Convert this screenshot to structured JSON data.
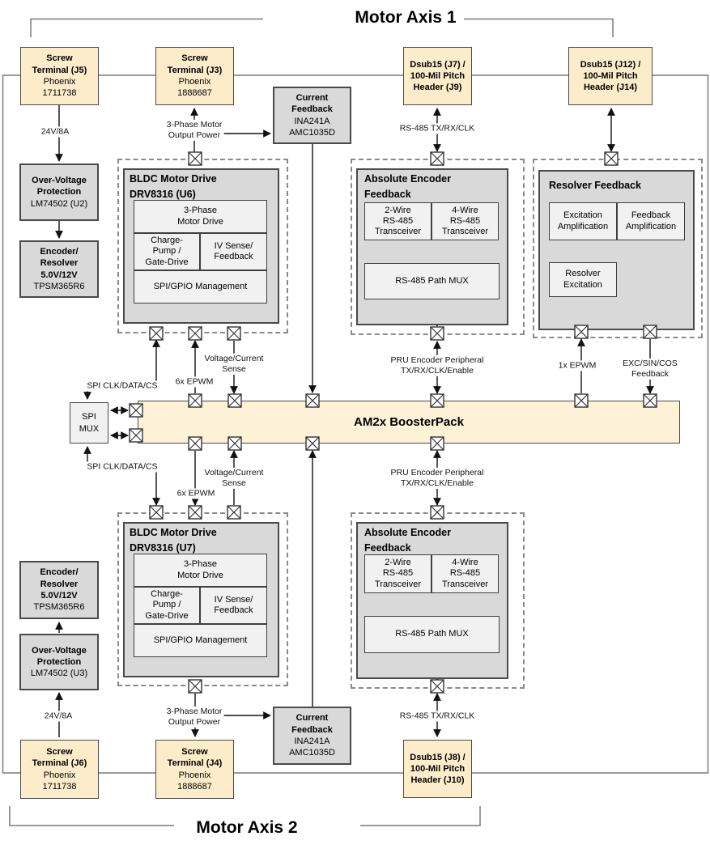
{
  "axis1_title": "Motor Axis 1",
  "axis2_title": "Motor Axis 2",
  "boosterpack_label": "AM2x BoosterPack",
  "spi_mux_label": "SPI\nMUX",
  "colors": {
    "connector_fill": "#fcecca",
    "boosterpack_fill": "#fdf1d7",
    "module_fill": "#d9d9d9",
    "subblock_fill": "#f1f1f1"
  },
  "blocks": {
    "j5": {
      "bold": "Screw\nTerminal (J5)",
      "rest": "Phoenix\n1711738"
    },
    "j3": {
      "bold": "Screw\nTerminal (J3)",
      "rest": "Phoenix\n1888687"
    },
    "j7": {
      "bold": "Dsub15 (J7) /\n100-Mil Pitch\nHeader (J9)"
    },
    "j12": {
      "bold": "Dsub15 (J12) /\n100-Mil Pitch\nHeader (J14)"
    },
    "j6": {
      "bold": "Screw\nTerminal (J6)",
      "rest": "Phoenix\n1711738"
    },
    "j4": {
      "bold": "Screw\nTerminal (J4)",
      "rest": "Phoenix\n1888687"
    },
    "j8": {
      "bold": "Dsub15 (J8) /\n100-Mil Pitch\nHeader (J10)"
    },
    "current_feedback_top": {
      "bold": "Current\nFeedback",
      "rest": "INA241A\nAMC1035D"
    },
    "current_feedback_bottom": {
      "bold": "Current\nFeedback",
      "rest": "INA241A\nAMC1035D"
    },
    "ovp_top": {
      "bold": "Over-Voltage\nProtection",
      "rest": "LM74502 (U2)"
    },
    "ovp_bottom": {
      "bold": "Over-Voltage\nProtection",
      "rest": "LM74502 (U3)"
    },
    "encres_top": {
      "bold": "Encoder/\nResolver\n5.0V/12V",
      "rest": "TPSM365R6"
    },
    "encres_bottom": {
      "bold": "Encoder/\nResolver\n5.0V/12V",
      "rest": "TPSM365R6"
    }
  },
  "groups": {
    "bldc_top": {
      "title": "BLDC  Motor Drive\nDRV8316 (U6)",
      "sub1": "3-Phase\nMotor Drive",
      "sub2": "Charge-\nPump /\nGate-Drive",
      "sub3": "IV Sense/\nFeedback",
      "sub4": "SPI/GPIO Management"
    },
    "bldc_bottom": {
      "title": "BLDC  Motor Drive\nDRV8316 (U7)",
      "sub1": "3-Phase\nMotor Drive",
      "sub2": "Charge-\nPump /\nGate-Drive",
      "sub3": "IV Sense/\nFeedback",
      "sub4": "SPI/GPIO Management"
    },
    "abs_enc_top": {
      "title": "Absolute Encoder\nFeedback",
      "sub1": "2-Wire\nRS-485\nTransceiver",
      "sub2": "4-Wire\nRS-485\nTransceiver",
      "sub3": "RS-485 Path MUX"
    },
    "abs_enc_bottom": {
      "title": "Absolute Encoder\nFeedback",
      "sub1": "2-Wire\nRS-485\nTransceiver",
      "sub2": "4-Wire\nRS-485\nTransceiver",
      "sub3": "RS-485 Path MUX"
    },
    "resolver": {
      "title": "Resolver Feedback",
      "sub1": "Excitation\nAmplification",
      "sub2": "Feedback\nAmplification",
      "sub3": "Resolver\nExcitation"
    }
  },
  "labels": {
    "v24_top": "24V/8A",
    "v24_bottom": "24V/8A",
    "motor_power_top": "3-Phase Motor\nOutput Power",
    "motor_power_bottom": "3-Phase Motor\nOutput Power",
    "rs485_top": "RS-485 TX/RX/CLK",
    "rs485_bottom": "RS-485 TX/RX/CLK",
    "spi_top": "SPI CLK/DATA/CS",
    "spi_bottom": "SPI CLK/DATA/CS",
    "epwm6_top": "6x EPWM",
    "epwm6_bottom": "6x EPWM",
    "vcsense_top": "Voltage/Current\nSense",
    "vcsense_bottom": "Voltage/Current\nSense",
    "pru_top": "PRU Encoder Peripheral\nTX/RX/CLK/Enable",
    "pru_bottom": "PRU Encoder Peripheral\nTX/RX/CLK/Enable",
    "epwm1": "1x EPWM",
    "exc_feedback": "EXC/SIN/COS\nFeedback"
  }
}
